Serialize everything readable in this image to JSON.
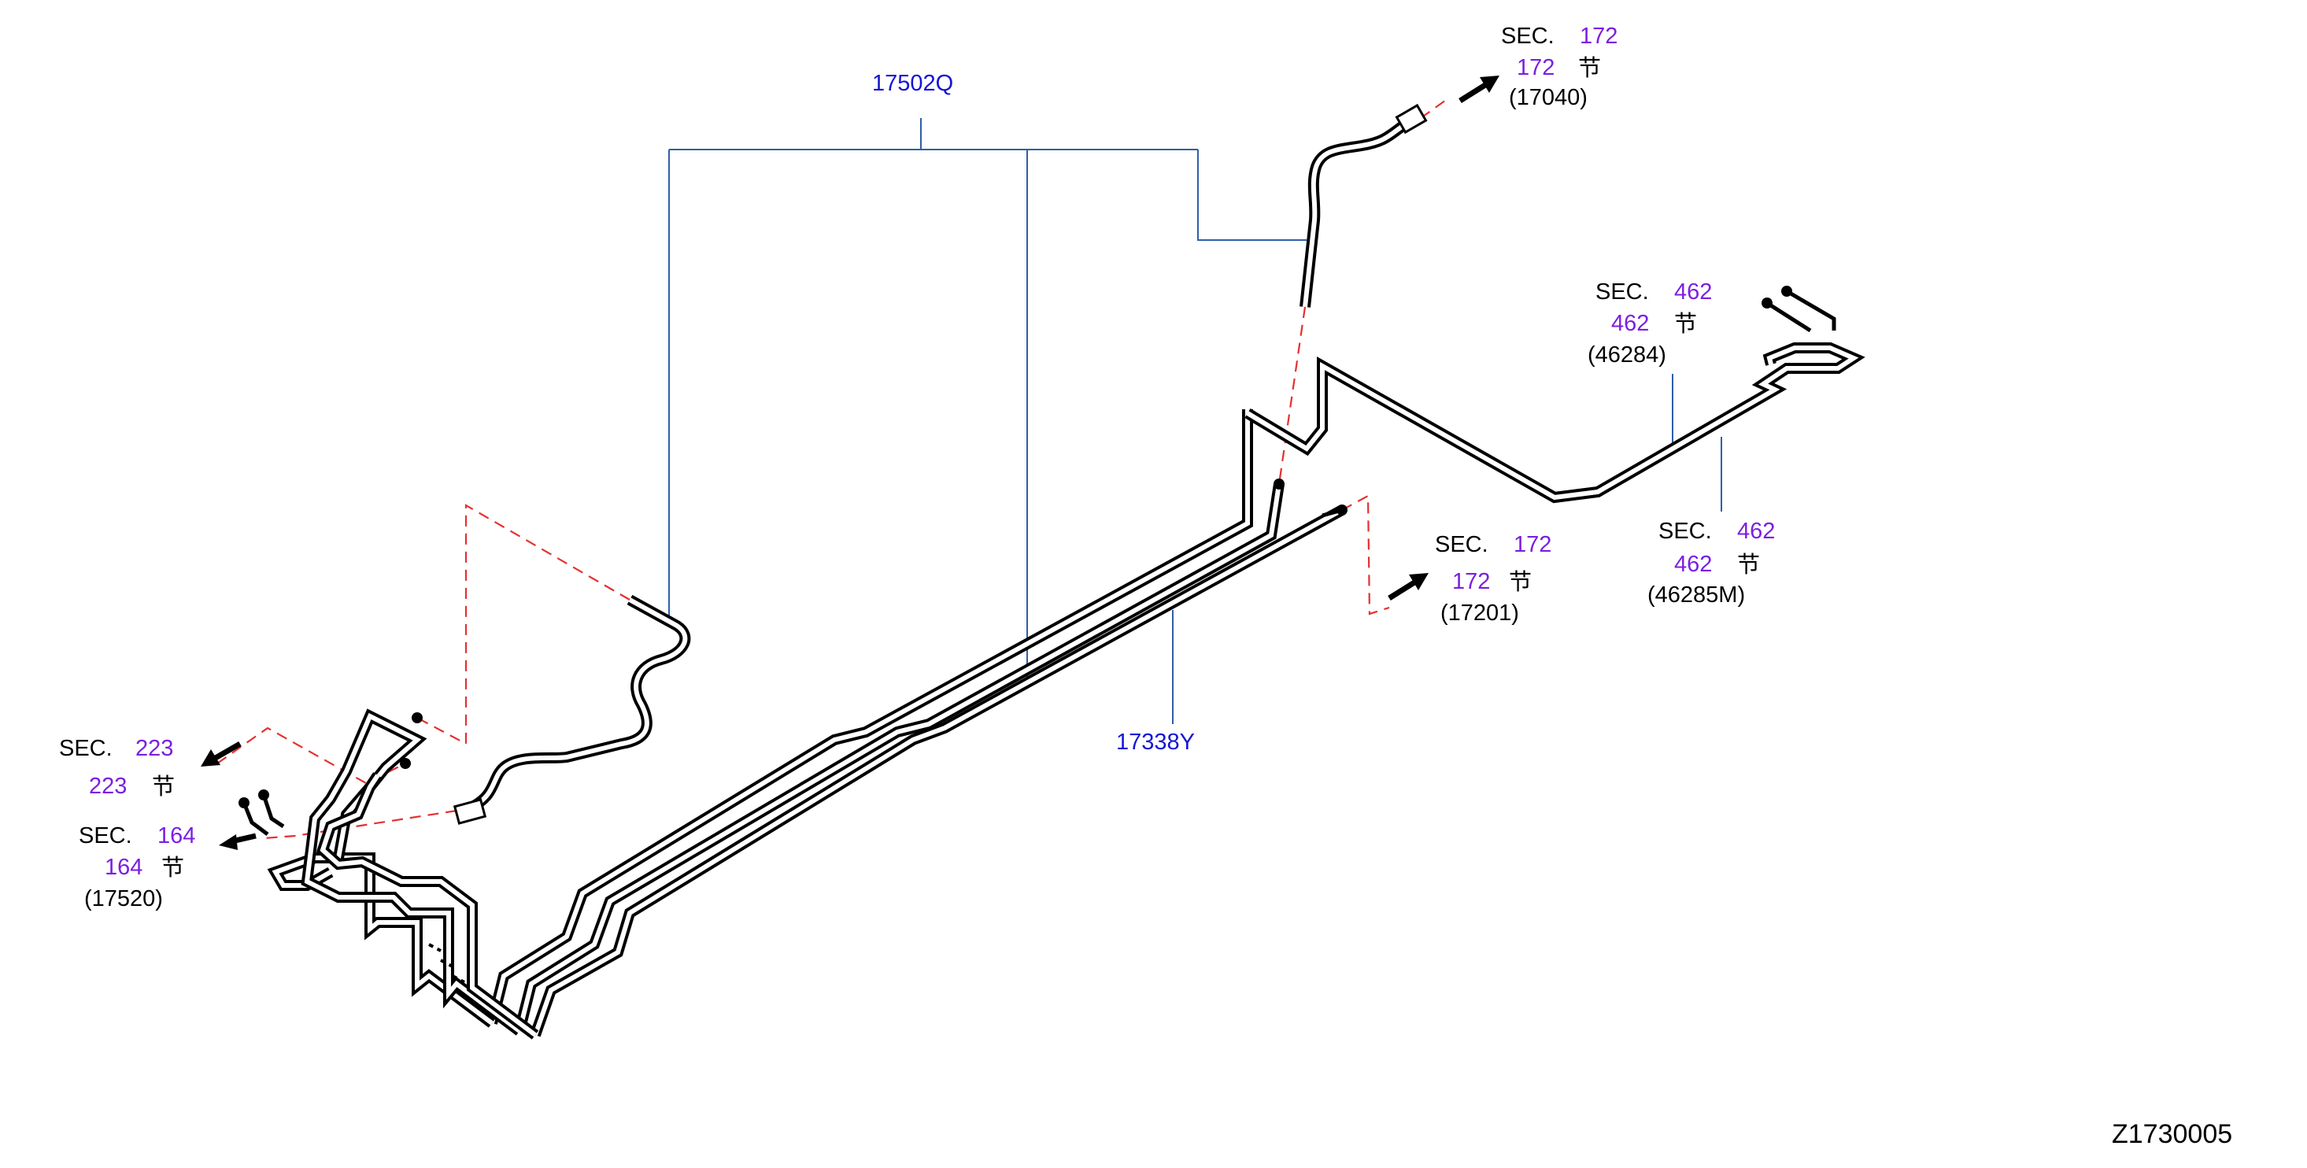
{
  "diagram": {
    "drawing_code": "Z1730005",
    "part_labels": {
      "main_tube": "17502Q",
      "center_tube": "17338Y"
    },
    "section_refs": [
      {
        "id": "sec172-top",
        "sec_prefix": "SEC.",
        "sec_number": "172",
        "page_number": "172",
        "page_glyph": "节",
        "part_ref": "(17040)"
      },
      {
        "id": "sec462-upper",
        "sec_prefix": "SEC.",
        "sec_number": "462",
        "page_number": "462",
        "page_glyph": "节",
        "part_ref": "(46284)"
      },
      {
        "id": "sec462-lower",
        "sec_prefix": "SEC.",
        "sec_number": "462",
        "page_number": "462",
        "page_glyph": "节",
        "part_ref": "(46285M)"
      },
      {
        "id": "sec172-mid",
        "sec_prefix": "SEC.",
        "sec_number": "172",
        "page_number": "172",
        "page_glyph": "节",
        "part_ref": "(17201)"
      },
      {
        "id": "sec223",
        "sec_prefix": "SEC.",
        "sec_number": "223",
        "page_number": "223",
        "page_glyph": "节",
        "part_ref": ""
      },
      {
        "id": "sec164",
        "sec_prefix": "SEC.",
        "sec_number": "164",
        "page_number": "164",
        "page_glyph": "节",
        "part_ref": "(17520)"
      }
    ],
    "colors": {
      "pipe": "#000000",
      "leader_line": "#2F5FA8",
      "dashed_connection": "#E53030",
      "section_number": "#7B1FE0",
      "part_number": "#1515D6"
    }
  }
}
